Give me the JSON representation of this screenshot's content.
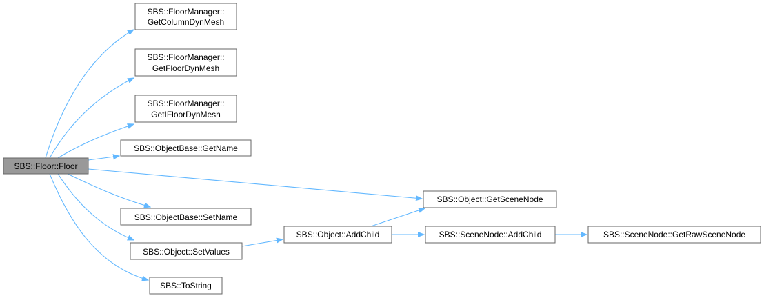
{
  "colors": {
    "edge": "#63b8ff",
    "node_fill": "#ffffff",
    "node_border": "#666666",
    "root_fill": "#999999"
  },
  "nodes": {
    "root": {
      "lines": [
        "SBS::Floor::Floor"
      ]
    },
    "get_column_dyn_mesh": {
      "lines": [
        "SBS::FloorManager::",
        "GetColumnDynMesh"
      ]
    },
    "get_floor_dyn_mesh": {
      "lines": [
        "SBS::FloorManager::",
        "GetFloorDynMesh"
      ]
    },
    "get_ifloor_dyn_mesh": {
      "lines": [
        "SBS::FloorManager::",
        "GetIFloorDynMesh"
      ]
    },
    "object_base_get_name": {
      "lines": [
        "SBS::ObjectBase::GetName"
      ]
    },
    "object_get_scene_node": {
      "lines": [
        "SBS::Object::GetSceneNode"
      ]
    },
    "object_base_set_name": {
      "lines": [
        "SBS::ObjectBase::SetName"
      ]
    },
    "object_add_child": {
      "lines": [
        "SBS::Object::AddChild"
      ]
    },
    "scene_node_add_child": {
      "lines": [
        "SBS::SceneNode::AddChild"
      ]
    },
    "scene_node_get_raw_scene_node": {
      "lines": [
        "SBS::SceneNode::GetRawSceneNode"
      ]
    },
    "object_set_values": {
      "lines": [
        "SBS::Object::SetValues"
      ]
    },
    "to_string": {
      "lines": [
        "SBS::ToString"
      ]
    }
  }
}
